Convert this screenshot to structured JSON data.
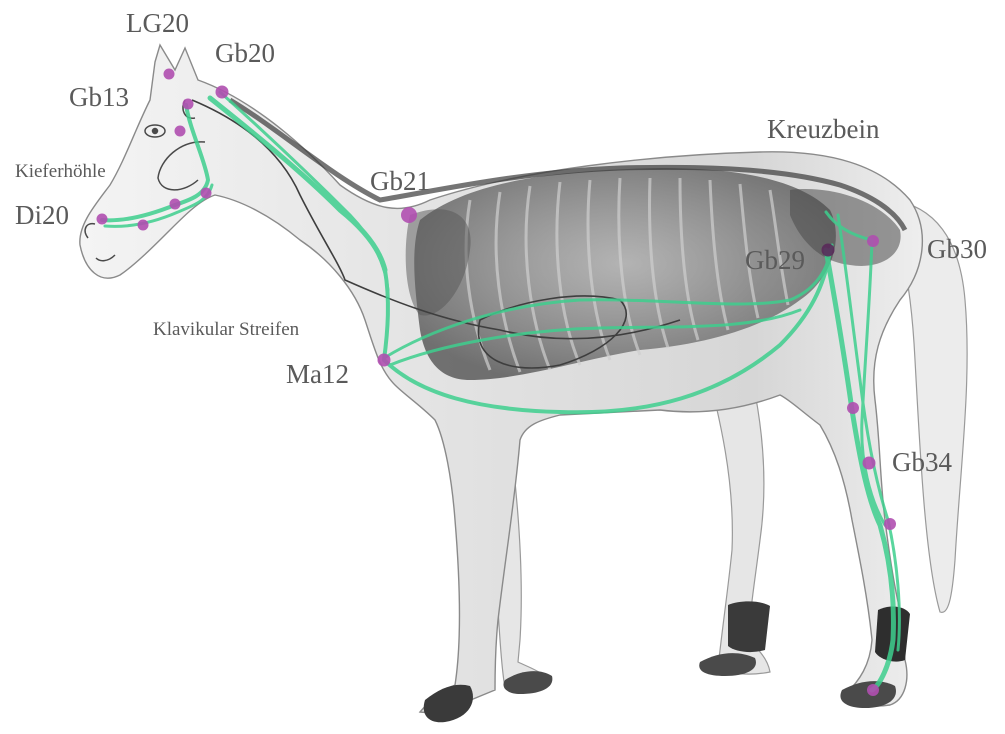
{
  "colors": {
    "background": "#ffffff",
    "meridian": "#3ecf8e",
    "point": "#b04fb0",
    "body_fill": "#eeeeee",
    "body_stroke": "#8a8a8a",
    "skeleton": "#3c3c3c",
    "label": "#5a5a5a"
  },
  "labels": {
    "lg20": "LG20",
    "gb20": "Gb20",
    "gb13": "Gb13",
    "kieferhoehle": "Kieferhöhle",
    "di20": "Di20",
    "gb21": "Gb21",
    "klavikular": "Klavikular Streifen",
    "ma12": "Ma12",
    "kreuzbein": "Kreuzbein",
    "gb29": "Gb29",
    "gb30": "Gb30",
    "gb34": "Gb34"
  }
}
